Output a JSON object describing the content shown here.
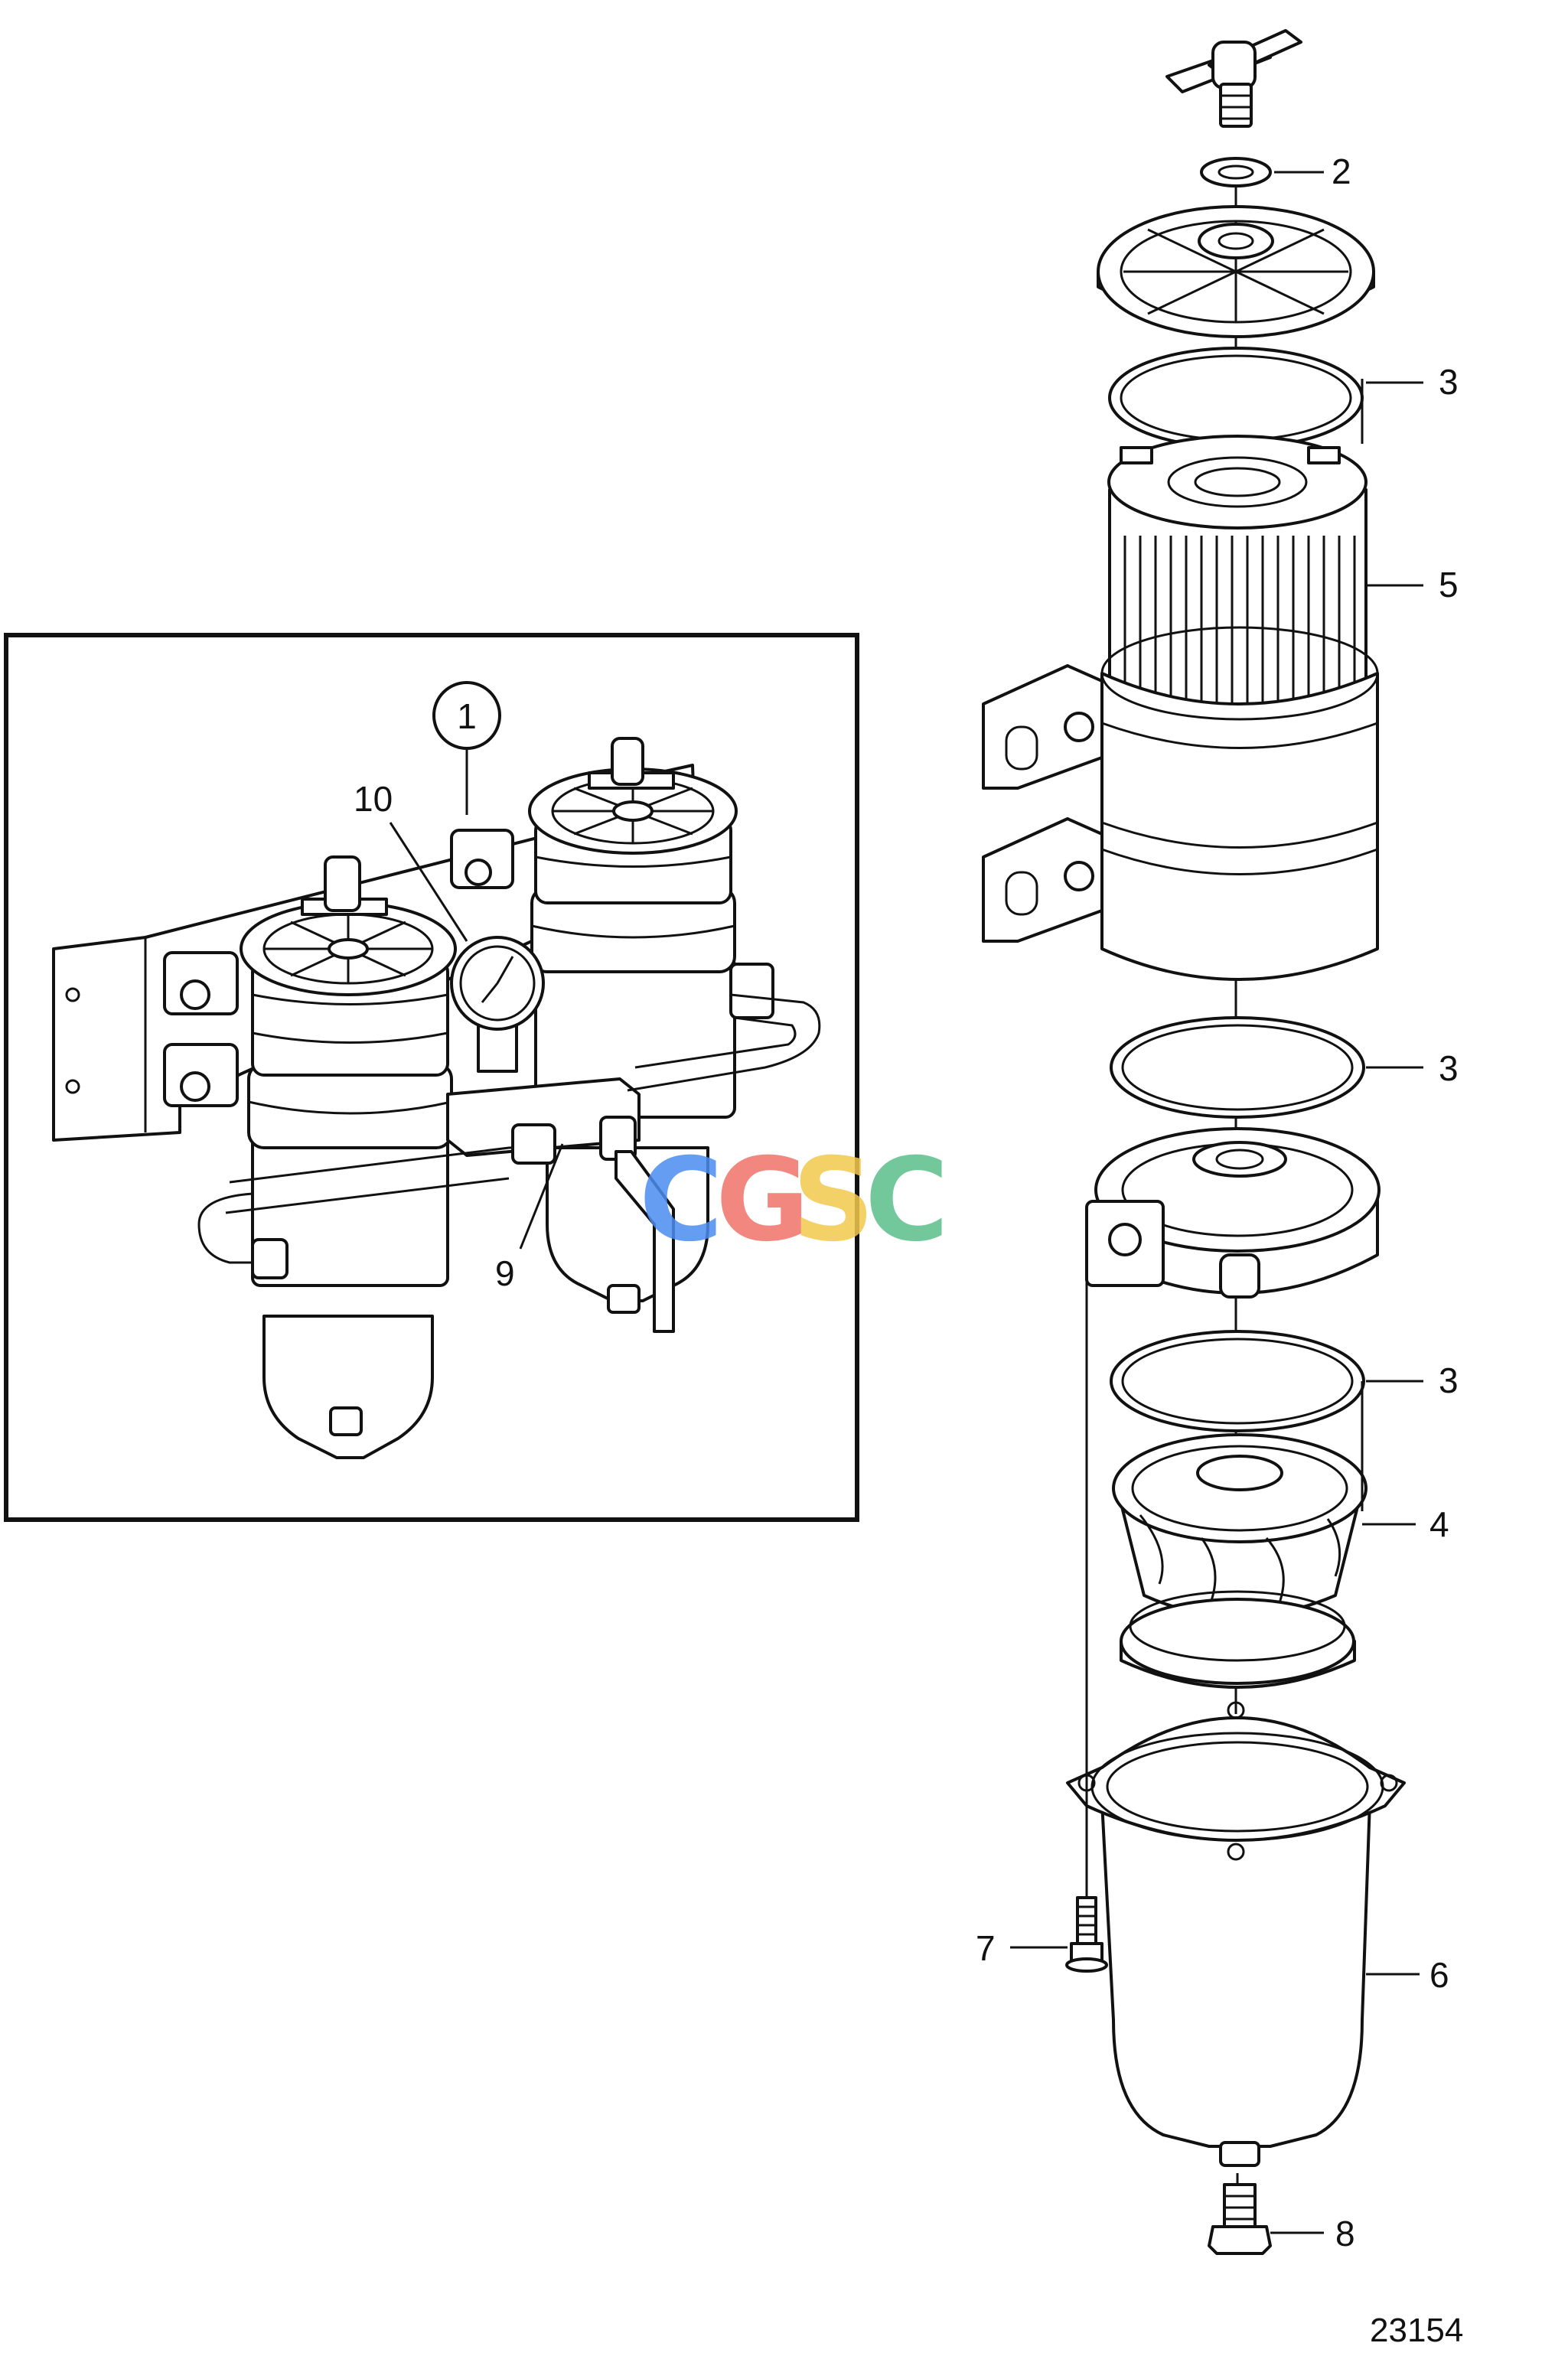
{
  "diagram_id": "23154",
  "callouts": {
    "c1": "1",
    "c2": "2",
    "c3a": "3",
    "c3b": "3",
    "c3c": "3",
    "c4": "4",
    "c5": "5",
    "c6": "6",
    "c7": "7",
    "c8": "8",
    "c9": "9",
    "c10": "10"
  },
  "watermark": {
    "letters": [
      "C",
      "G",
      "S",
      "C"
    ],
    "colors": [
      "#4a8df0",
      "#f0736a",
      "#f3c94c",
      "#5bbf8a"
    ]
  }
}
